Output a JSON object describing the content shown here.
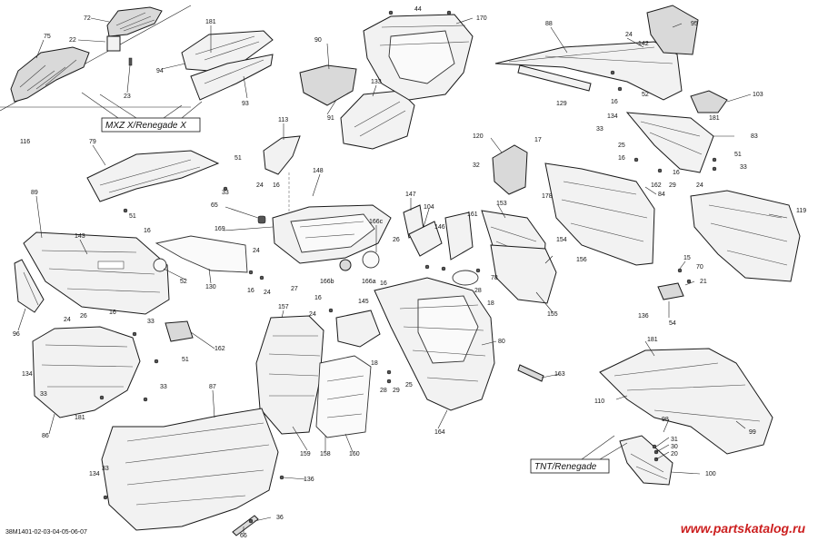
{
  "diagram": {
    "document_code": "38M1401-02-03-04-05-06-07",
    "watermark": "www.partskatalog.ru",
    "group_labels": {
      "mxz": "MXZ X/Renegade X",
      "tnt": "TNT/Renegade"
    },
    "callouts": {
      "c72": "72",
      "c22": "22",
      "c75": "75",
      "c23": "23",
      "c116": "116",
      "c181a": "181",
      "c94": "94",
      "c93": "93",
      "c90": "90",
      "c91": "91",
      "c133": "133",
      "c44": "44",
      "c170": "170",
      "c88": "88",
      "c24a": "24",
      "c142": "142",
      "c95": "95",
      "c16a": "16",
      "c52a": "52",
      "c129": "129",
      "c103": "103",
      "c181b": "181",
      "c134a": "134",
      "c33a": "33",
      "c83": "83",
      "c25a": "25",
      "c16b": "16",
      "c51a": "51",
      "c33b": "33",
      "c29a": "29",
      "c162a": "162",
      "c84": "84",
      "c24b": "24",
      "c16c": "16",
      "c120": "120",
      "c17": "17",
      "c32": "32",
      "c113": "113",
      "c79": "79",
      "c51b": "51",
      "c33c": "33",
      "c51c": "51",
      "c148": "148",
      "c24c": "24",
      "c16d": "16",
      "c65": "65",
      "c169": "169",
      "c24d": "24",
      "c16e": "16",
      "c24e": "24",
      "c27": "27",
      "c166c": "166c",
      "c166a": "166a",
      "c166b": "166b",
      "c147": "147",
      "c104": "104",
      "c146": "146",
      "c161": "161",
      "c26a": "26",
      "c16f": "16",
      "c28a": "28",
      "c18a": "18",
      "c78": "78",
      "c153": "153",
      "c178": "178",
      "c154": "154",
      "c156": "156",
      "c155": "155",
      "c119": "119",
      "c15": "15",
      "c70": "70",
      "c21": "21",
      "c136a": "136",
      "c54": "54",
      "c89": "89",
      "c143": "143",
      "c16g": "16",
      "c52b": "52",
      "c130": "130",
      "c96": "96",
      "c24f": "24",
      "c26b": "26",
      "c16h": "16",
      "c33d": "33",
      "c162b": "162",
      "c51d": "51",
      "c134b": "134",
      "c33e": "33",
      "c86": "86",
      "c181c": "181",
      "c33f": "33",
      "c157": "157",
      "c24g": "24",
      "c16i": "16",
      "c145": "145",
      "c80": "80",
      "c18b": "18",
      "c28b": "28",
      "c29b": "29",
      "c25b": "25",
      "c163": "163",
      "c164": "164",
      "c159": "159",
      "c158": "158",
      "c160": "160",
      "c87": "87",
      "c134c": "134",
      "c33g": "33",
      "c136b": "136",
      "c36": "36",
      "c66": "66",
      "c181d": "181",
      "c110": "110",
      "c98": "98",
      "c99": "99",
      "c31": "31",
      "c30": "30",
      "c20": "20",
      "c100": "100"
    }
  }
}
